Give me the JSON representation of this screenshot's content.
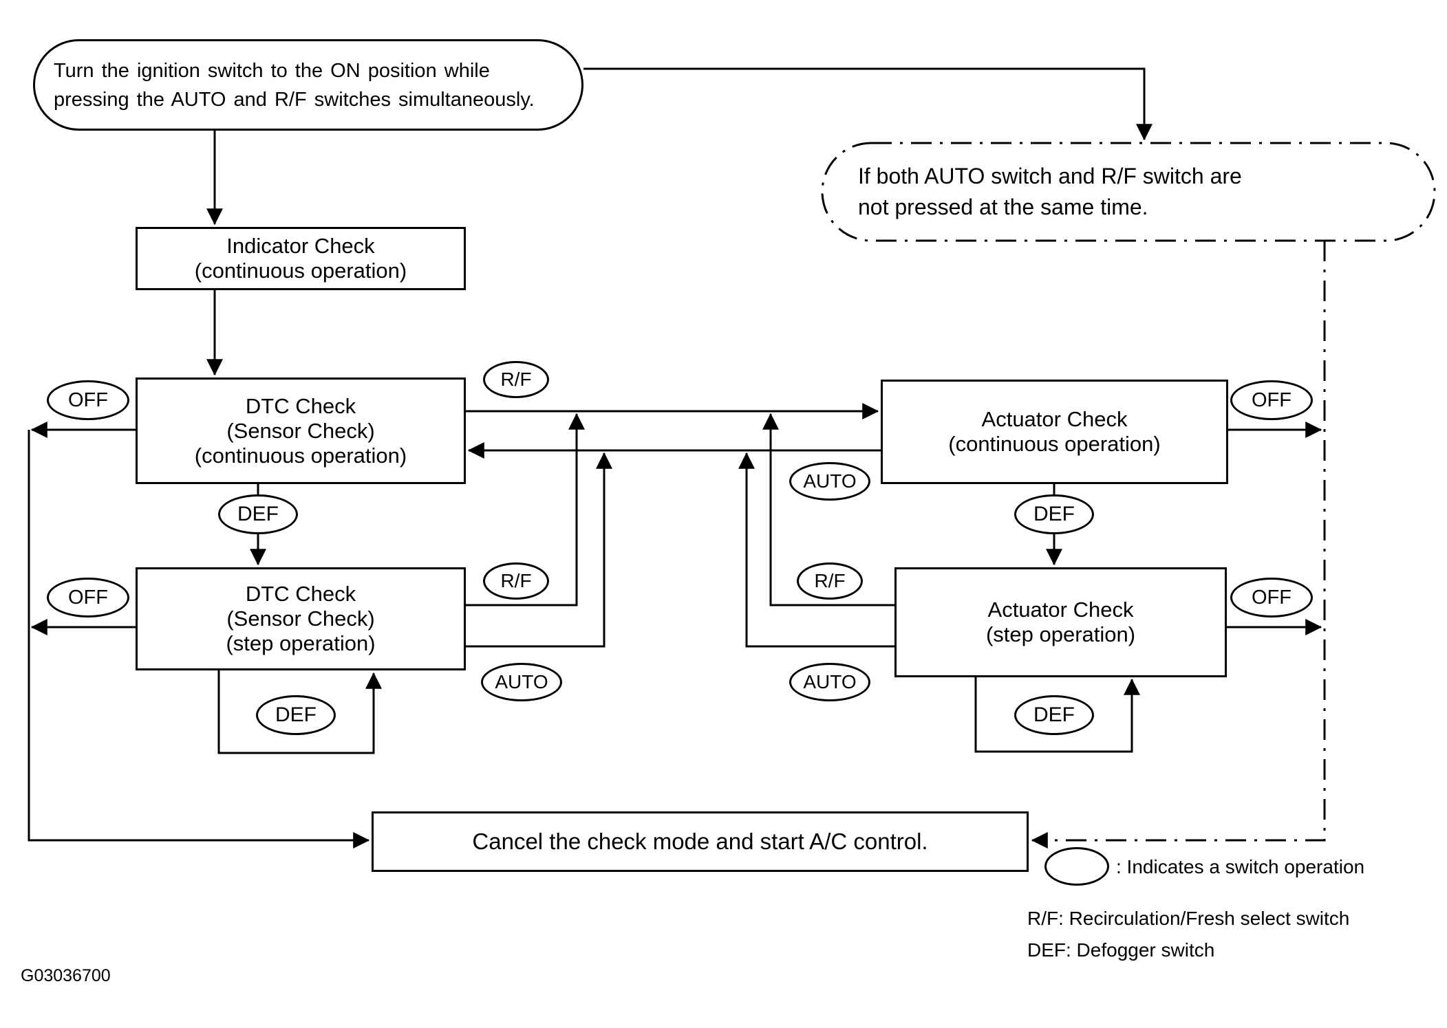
{
  "figure_id": "G03036700",
  "colors": {
    "line": "#000000",
    "background": "#ffffff"
  },
  "start": {
    "line1": "Turn the ignition switch to the ON position while",
    "line2": "pressing the AUTO and R/F switches simultaneously."
  },
  "branch_note": {
    "line1": "If both AUTO switch and R/F switch are",
    "line2": "not pressed at the same time."
  },
  "nodes": {
    "indicator": {
      "line1": "Indicator Check",
      "line2": "(continuous operation)"
    },
    "dtc_cont": {
      "line1": "DTC Check",
      "line2": "(Sensor Check)",
      "line3": "(continuous operation)"
    },
    "dtc_step": {
      "line1": "DTC Check",
      "line2": "(Sensor Check)",
      "line3": "(step operation)"
    },
    "act_cont": {
      "line1": "Actuator Check",
      "line2": "(continuous operation)"
    },
    "act_step": {
      "line1": "Actuator Check",
      "line2": "(step operation)"
    },
    "cancel": {
      "label": "Cancel the check mode and start A/C control."
    }
  },
  "switches": {
    "off": "OFF",
    "rf": "R/F",
    "auto": "AUTO",
    "def": "DEF"
  },
  "legend": {
    "ellipse_note": ": Indicates a switch operation",
    "rf_note": "R/F: Recirculation/Fresh select switch",
    "def_note": "DEF: Defogger switch"
  }
}
